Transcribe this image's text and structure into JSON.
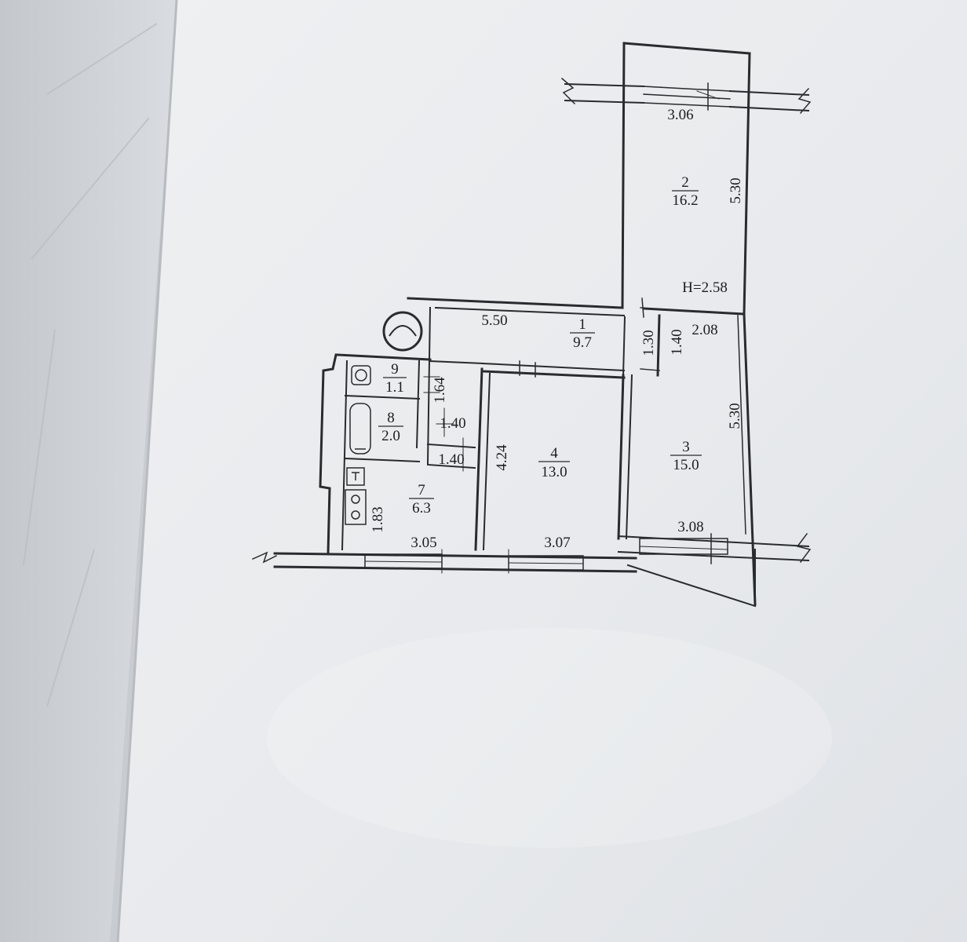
{
  "floor_plan": {
    "ceiling_height_label": "H=2.58",
    "rooms": [
      {
        "number": "1",
        "area": "9.7"
      },
      {
        "number": "2",
        "area": "16.2"
      },
      {
        "number": "3",
        "area": "15.0"
      },
      {
        "number": "4",
        "area": "13.0"
      },
      {
        "number": "7",
        "area": "6.3"
      },
      {
        "number": "8",
        "area": "2.0"
      },
      {
        "number": "9",
        "area": "1.1"
      }
    ],
    "dimensions": {
      "balcony_top_width": "3.06",
      "room2_length": "5.30",
      "corridor_length": "5.50",
      "corridor_width": "1.30",
      "room3_door_side": "1.40",
      "room3_top_width": "2.08",
      "room3_length": "5.30",
      "room4_length": "4.24",
      "bath_height": "1.64",
      "bath_width": "1.40",
      "kitchen_inner_width": "1.40",
      "kitchen_side": "1.83",
      "kitchen_width": "3.05",
      "room4_width": "3.07",
      "balcony_bottom_width": "3.08"
    }
  },
  "colors": {
    "paper": "#eceef0",
    "paper_shadow": "#d6d9dd",
    "left_page": "#d3d6da",
    "line": "#2a2b2f"
  }
}
